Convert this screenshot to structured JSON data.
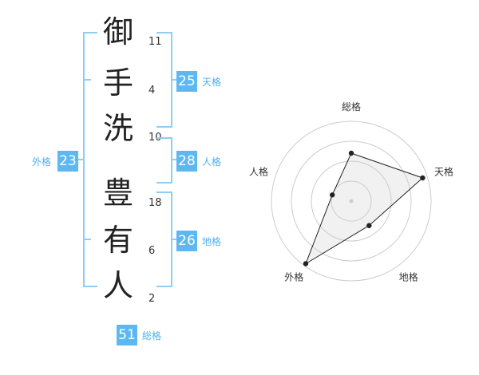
{
  "name": {
    "characters": [
      {
        "char": "御",
        "strokes": "11"
      },
      {
        "char": "手",
        "strokes": "4"
      },
      {
        "char": "洗",
        "strokes": "10"
      },
      {
        "char": "豊",
        "strokes": "18"
      },
      {
        "char": "有",
        "strokes": "6"
      },
      {
        "char": "人",
        "strokes": "2"
      }
    ]
  },
  "kaku": {
    "tenkaku": {
      "value": "25",
      "label": "天格"
    },
    "jinkaku": {
      "value": "28",
      "label": "人格"
    },
    "chikaku": {
      "value": "26",
      "label": "地格"
    },
    "gaikaku": {
      "value": "23",
      "label": "外格"
    },
    "soukaku": {
      "value": "51",
      "label": "総格"
    }
  },
  "colors": {
    "accent": "#5db8f2",
    "bracket": "#8fcdf5"
  },
  "chart_data": {
    "type": "radar",
    "axes": [
      "総格",
      "天格",
      "地格",
      "外格",
      "人格"
    ],
    "values": [
      0.6,
      0.94,
      0.38,
      0.97,
      0.25
    ],
    "max": 1,
    "rings": 4
  }
}
